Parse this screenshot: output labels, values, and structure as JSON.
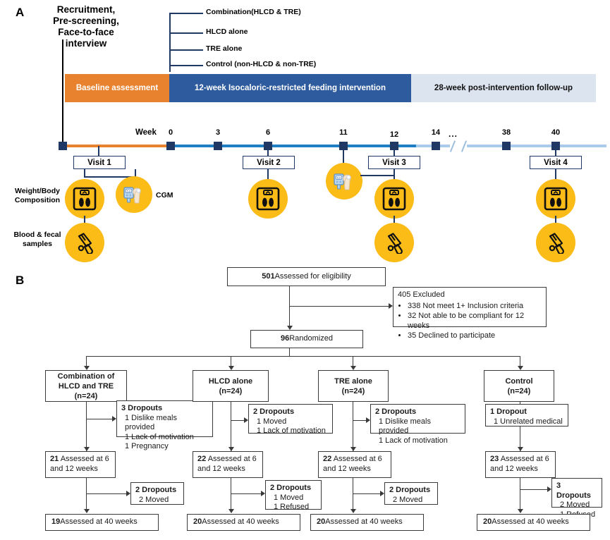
{
  "panels": {
    "a_label": "A",
    "b_label": "B"
  },
  "panelA": {
    "recruitment_title": "Recruitment,\nPre-screening,\nFace-to-face interview",
    "arms": [
      {
        "label": "Combination(HLCD & TRE)"
      },
      {
        "label": "HLCD alone"
      },
      {
        "label": "TRE alone"
      },
      {
        "label": "Control (non-HLCD & non-TRE)"
      }
    ],
    "bands": [
      {
        "label": "Baseline assessment",
        "color": "#E8822E"
      },
      {
        "label": "12-week Isocaloric-restricted feeding intervention",
        "color": "#2E5B9E"
      },
      {
        "label": "28-week post-intervention follow-up",
        "color": "#DCE4F0"
      }
    ],
    "week_word": "Week",
    "weeks": [
      "0",
      "3",
      "6",
      "11",
      "12",
      "14",
      "38",
      "40"
    ],
    "break_dots": "...",
    "visits": [
      {
        "label": "Visit 1"
      },
      {
        "label": "Visit 2"
      },
      {
        "label": "Visit 3"
      },
      {
        "label": "Visit 4"
      }
    ],
    "measure_labels": {
      "weight": "Weight/Body\nComposition",
      "blood": "Blood & fecal\nsamples",
      "cgm": "CGM"
    },
    "icon_names": {
      "scale": "weight-scale-icon",
      "blood": "blood-tube-icon",
      "cgm": "cgm-sensor-icon"
    },
    "colors": {
      "orange": "#E8822E",
      "dark_blue": "#2E5B9E",
      "navy": "#1F3864",
      "light_blue": "#DCE4F0",
      "timeline_mid": "#1F7FC4",
      "timeline_light": "#A9CCEA",
      "gold": "#FBBC18"
    }
  },
  "panelB": {
    "assessed": "501 Assessed for eligibility",
    "assessed_num": "501",
    "assessed_text": " Assessed for eligibility",
    "excluded_title": "405 Excluded",
    "excluded_items": [
      "338 Not meet 1+ Inclusion criteria",
      "32 Not able to be compliant for 12 weeks",
      "35 Declined to participate"
    ],
    "randomized": "96 Randomized",
    "randomized_num": "96",
    "randomized_text": " Randomized",
    "groups": [
      {
        "name": "Combination of\nHLCD and TRE\n(n=24)",
        "dropout1_title": "3 Dropouts",
        "dropout1_items": [
          "1 Dislike meals provided",
          "1 Lack of motivation",
          "1 Pregnancy"
        ],
        "assessed12_num": "21",
        "assessed12_text": " Assessed at 6\nand 12 weeks",
        "dropout2_title": "2 Dropouts",
        "dropout2_items": [
          "2 Moved"
        ],
        "assessed40_num": "19",
        "assessed40_text": " Assessed at 40 weeks"
      },
      {
        "name": "HLCD alone\n(n=24)",
        "dropout1_title": "2 Dropouts",
        "dropout1_items": [
          "1 Moved",
          "1 Lack of motivation"
        ],
        "assessed12_num": "22",
        "assessed12_text": " Assessed at 6\nand 12 weeks",
        "dropout2_title": "2 Dropouts",
        "dropout2_items": [
          "1 Moved",
          "1 Refused"
        ],
        "assessed40_num": "20",
        "assessed40_text": " Assessed at 40 weeks"
      },
      {
        "name": "TRE alone\n(n=24)",
        "dropout1_title": "2 Dropouts",
        "dropout1_items": [
          "1 Dislike meals provided",
          "1 Lack of motivation"
        ],
        "assessed12_num": "22",
        "assessed12_text": " Assessed at 6\nand 12  weeks",
        "dropout2_title": "2 Dropouts",
        "dropout2_items": [
          "2 Moved"
        ],
        "assessed40_num": "20",
        "assessed40_text": " Assessed at 40 weeks"
      },
      {
        "name": "Control\n(n=24)",
        "dropout1_title": "1 Dropout",
        "dropout1_items": [
          "1 Unrelated medical"
        ],
        "assessed12_num": "23",
        "assessed12_text": " Assessed at 6\nand 12 weeks",
        "dropout2_title": "3 Dropouts",
        "dropout2_items": [
          "2 Moved",
          "1 Refused"
        ],
        "assessed40_num": "20",
        "assessed40_text": " Assessed at 40 weeks"
      }
    ]
  }
}
